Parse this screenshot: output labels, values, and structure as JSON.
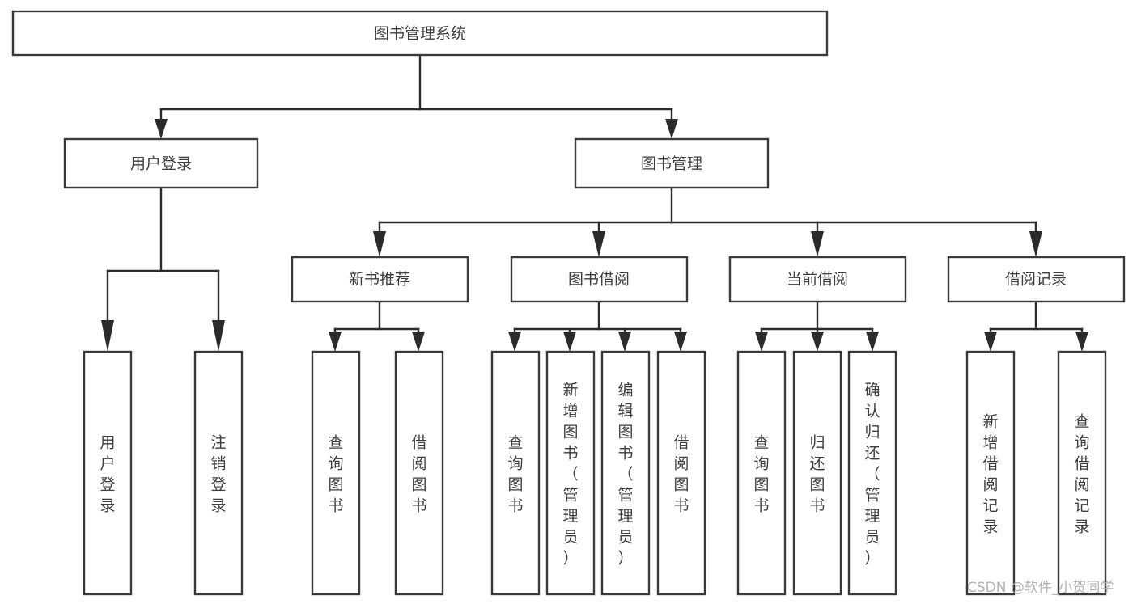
{
  "diagram": {
    "type": "tree",
    "title": "图书管理系统",
    "orientation": "top-down",
    "background_color": "#ffffff",
    "box_fill": "#ffffff",
    "box_stroke": "#3a3a3a",
    "text_color": "#3d3d3d",
    "connector_color": "#2b2b2b",
    "levels": 4
  },
  "root": {
    "label": "图书管理系统",
    "orientation": "horizontal"
  },
  "level2": [
    {
      "id": "user-login",
      "label": "用户登录",
      "orientation": "horizontal"
    },
    {
      "id": "book-manage",
      "label": "图书管理",
      "orientation": "horizontal"
    }
  ],
  "level3": [
    {
      "id": "new-book-recommend",
      "label": "新书推荐",
      "parent": "book-manage",
      "orientation": "horizontal"
    },
    {
      "id": "book-borrow",
      "label": "图书借阅",
      "parent": "book-manage",
      "orientation": "horizontal"
    },
    {
      "id": "current-borrow",
      "label": "当前借阅",
      "parent": "book-manage",
      "orientation": "horizontal"
    },
    {
      "id": "borrow-record",
      "label": "借阅记录",
      "parent": "book-manage",
      "orientation": "horizontal"
    }
  ],
  "leaves": [
    {
      "id": "leaf-user-login",
      "label": "用户登录",
      "parent": "user-login",
      "orientation": "vertical"
    },
    {
      "id": "leaf-user-logout",
      "label": "注销登录",
      "parent": "user-login",
      "orientation": "vertical"
    },
    {
      "id": "leaf-query-book-1",
      "label": "查询图书",
      "parent": "new-book-recommend",
      "orientation": "vertical"
    },
    {
      "id": "leaf-borrow-book-1",
      "label": "借阅图书",
      "parent": "new-book-recommend",
      "orientation": "vertical"
    },
    {
      "id": "leaf-query-book-2",
      "label": "查询图书",
      "parent": "book-borrow",
      "orientation": "vertical"
    },
    {
      "id": "leaf-add-book-admin",
      "label": "新增图书（管理员）",
      "parent": "book-borrow",
      "orientation": "vertical"
    },
    {
      "id": "leaf-edit-book-admin",
      "label": "编辑图书（管理员）",
      "parent": "book-borrow",
      "orientation": "vertical"
    },
    {
      "id": "leaf-borrow-book-2",
      "label": "借阅图书",
      "parent": "book-borrow",
      "orientation": "vertical"
    },
    {
      "id": "leaf-query-book-3",
      "label": "查询图书",
      "parent": "current-borrow",
      "orientation": "vertical"
    },
    {
      "id": "leaf-return-book",
      "label": "归还图书",
      "parent": "current-borrow",
      "orientation": "vertical"
    },
    {
      "id": "leaf-confirm-return-admin",
      "label": "确认归还（管理员）",
      "parent": "current-borrow",
      "orientation": "vertical"
    },
    {
      "id": "leaf-add-record",
      "label": "新增借阅记录",
      "parent": "borrow-record",
      "orientation": "vertical"
    },
    {
      "id": "leaf-query-record",
      "label": "查询借阅记录",
      "parent": "borrow-record",
      "orientation": "vertical"
    }
  ],
  "watermark": {
    "text": "CSDN @软件_小贺同学",
    "color": "#b4b4b4"
  }
}
